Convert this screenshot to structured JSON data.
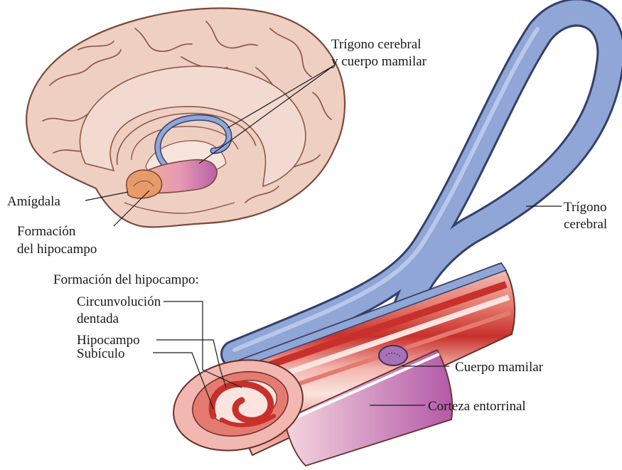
{
  "labels": {
    "trigono_cuerpo_1": "Trígono cerebral",
    "trigono_cuerpo_2": "y cuerpo mamilar",
    "amigdala": "Amígdala",
    "formacion_1": "Formación",
    "formacion_2": "del hipocampo",
    "trigono_1": "Trígono",
    "trigono_2": "cerebral",
    "formacion_header": "Formación del hipocampo:",
    "circunvolucion_1": "Circunvolución",
    "circunvolucion_2": "dentada",
    "hipocampo": "Hipocampo",
    "subiculo": "Subículo",
    "cuerpo_mamilar": "Cuerpo mamilar",
    "corteza": "Corteza entorrinal"
  },
  "colors": {
    "brain": "#f0cfc3",
    "brain_outline": "#7a4a3a",
    "fornix": "#8fa6d6",
    "fornix_outline": "#34406a",
    "amygdala": "#e79a6a",
    "hippocampus_purple": "#b760a8",
    "tube_red": "#d6443d",
    "tube_pink": "#f1b7b0",
    "mammillary": "#a673b8"
  }
}
